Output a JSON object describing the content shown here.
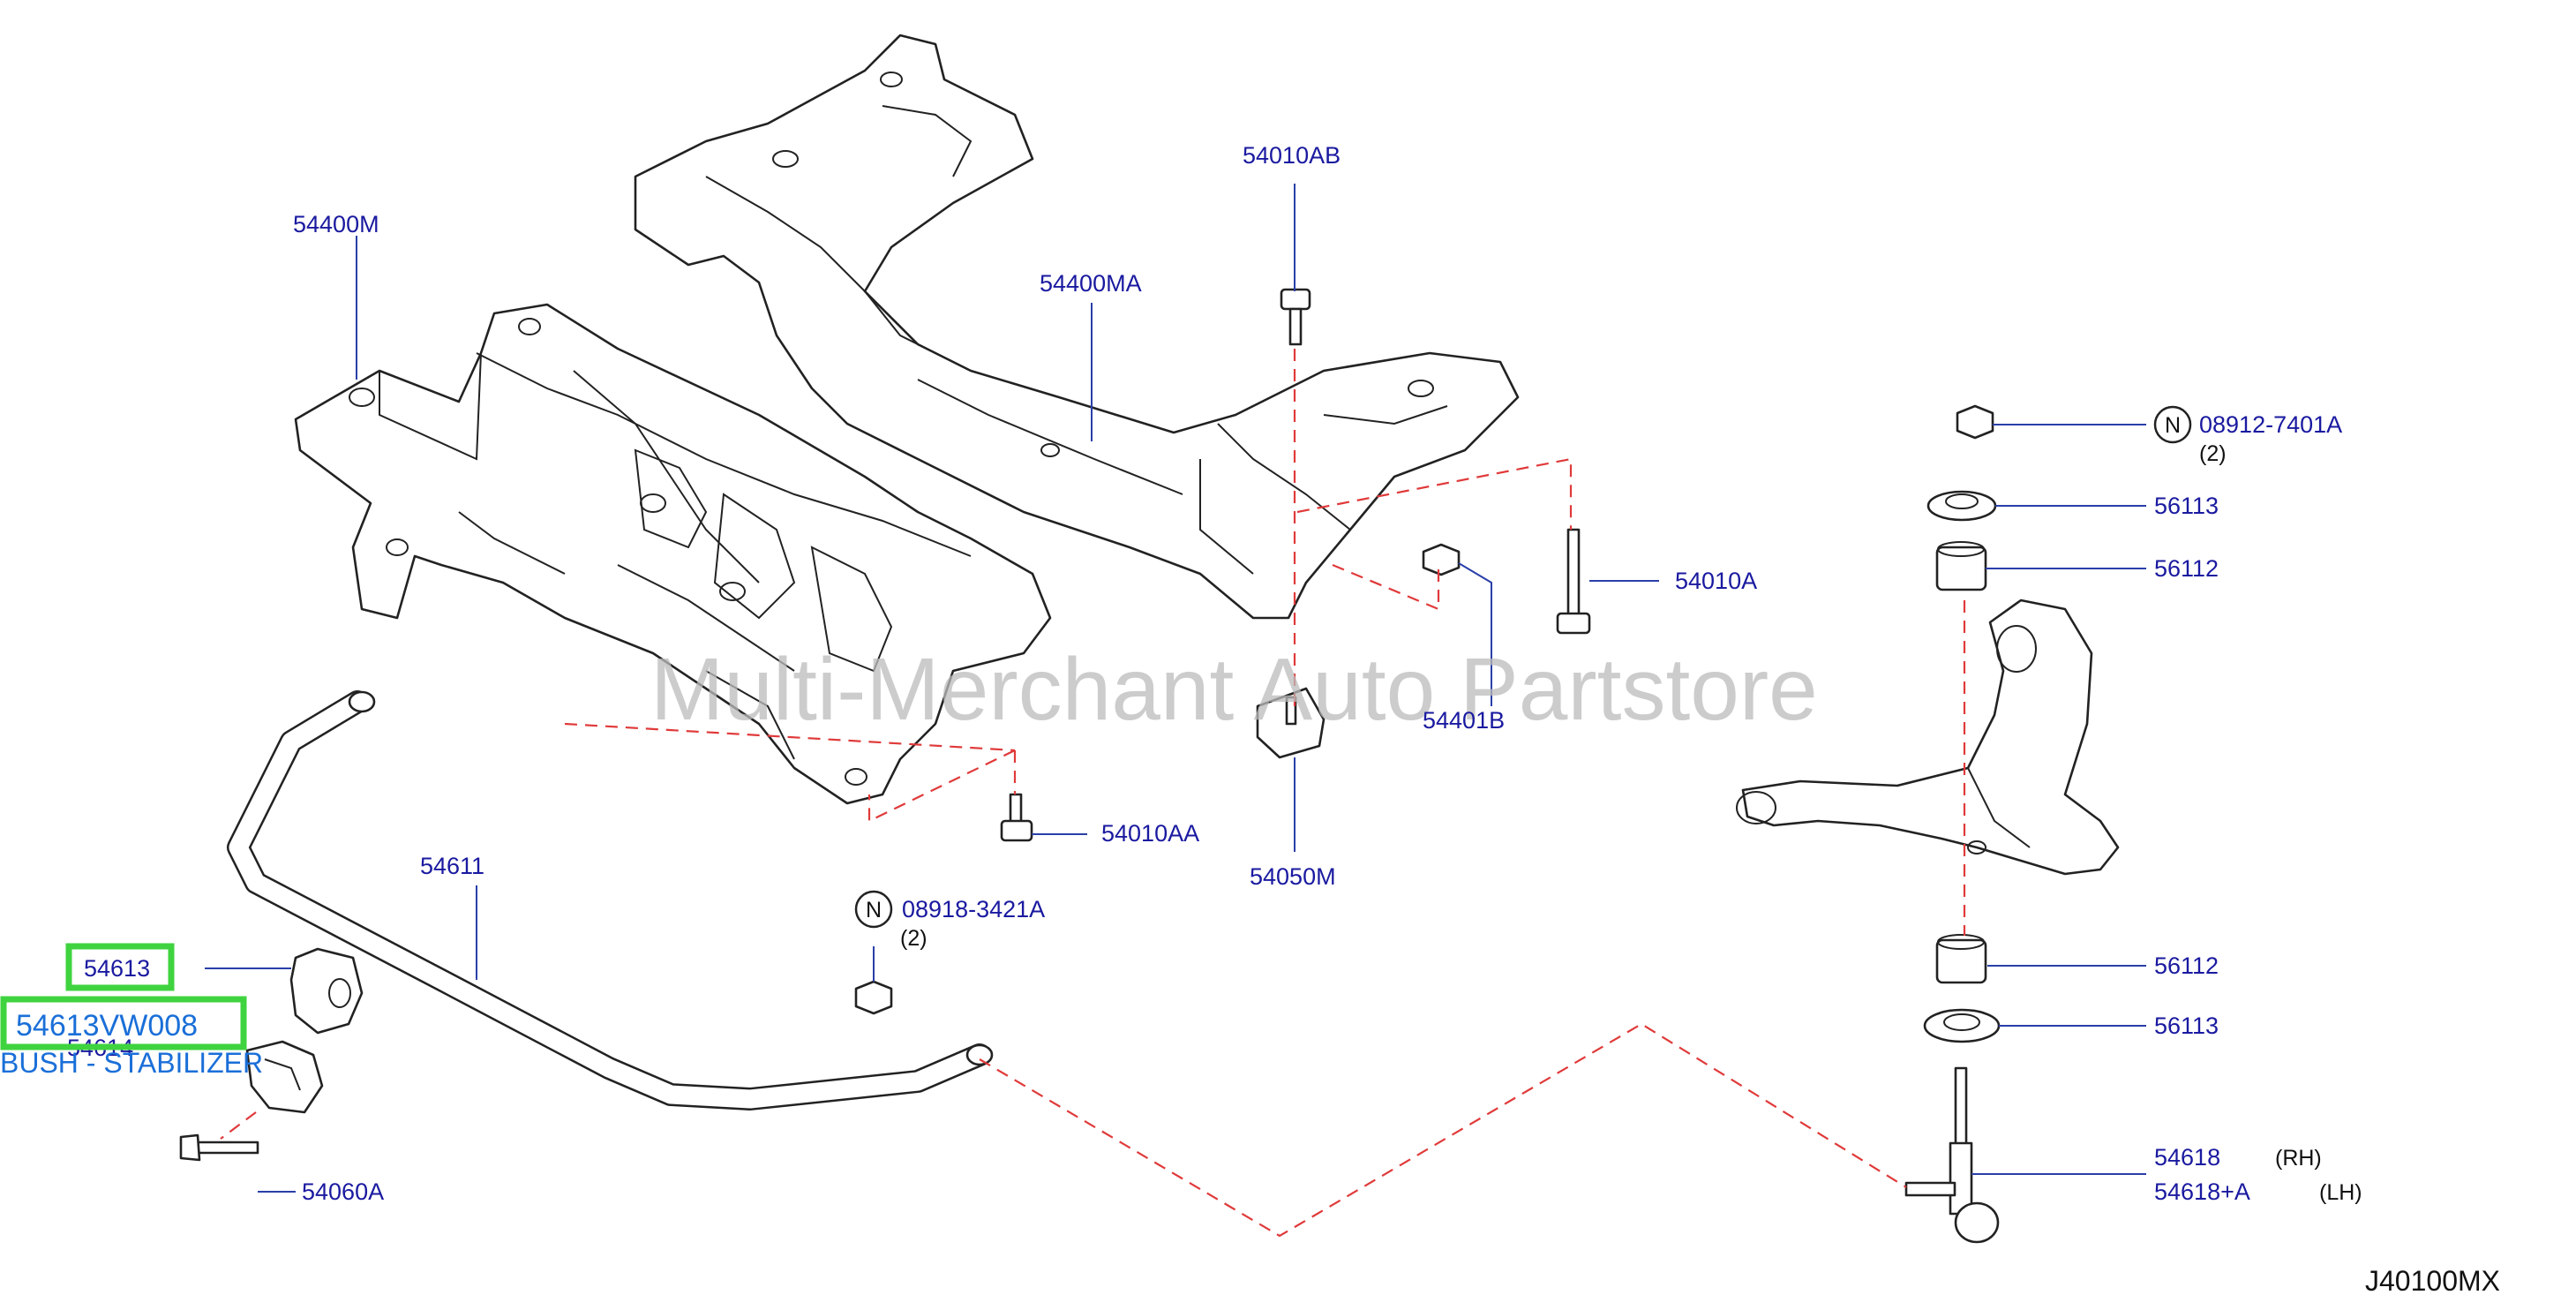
{
  "labels": {
    "l_54400M": "54400M",
    "l_54400MA": "54400MA",
    "l_54010AB": "54010AB",
    "l_089127401A": "08912-7401A",
    "l_089127401A_qty": "(2)",
    "l_56113_top": "56113",
    "l_56112_top": "56112",
    "l_54010A": "54010A",
    "l_54401B": "54401B",
    "l_54010AA": "54010AA",
    "l_54050M": "54050M",
    "l_54611": "54611",
    "l_089183421A": "08918-3421A",
    "l_089183421A_qty": "(2)",
    "l_54613": "54613",
    "l_54614": "54614",
    "l_54060A": "54060A",
    "l_56112_bot": "56112",
    "l_56113_bot": "56113",
    "l_54618": "54618",
    "l_54618_rh": "(RH)",
    "l_54618A": "54618+A",
    "l_54618A_lh": "(LH)",
    "nut_symbol_1": "N",
    "nut_symbol_2": "N"
  },
  "highlight": {
    "part_number": "54613VW008",
    "part_name": "BUSH - STABILIZER"
  },
  "watermark": "Multi-Merchant Auto Partstore",
  "diagram_code": "J40100MX",
  "colors": {
    "label_blue": "#1a1aa0",
    "highlight_green": "#3fd33f",
    "highlight_text": "#1a6fd8",
    "dashed_red": "#e03a3a"
  }
}
